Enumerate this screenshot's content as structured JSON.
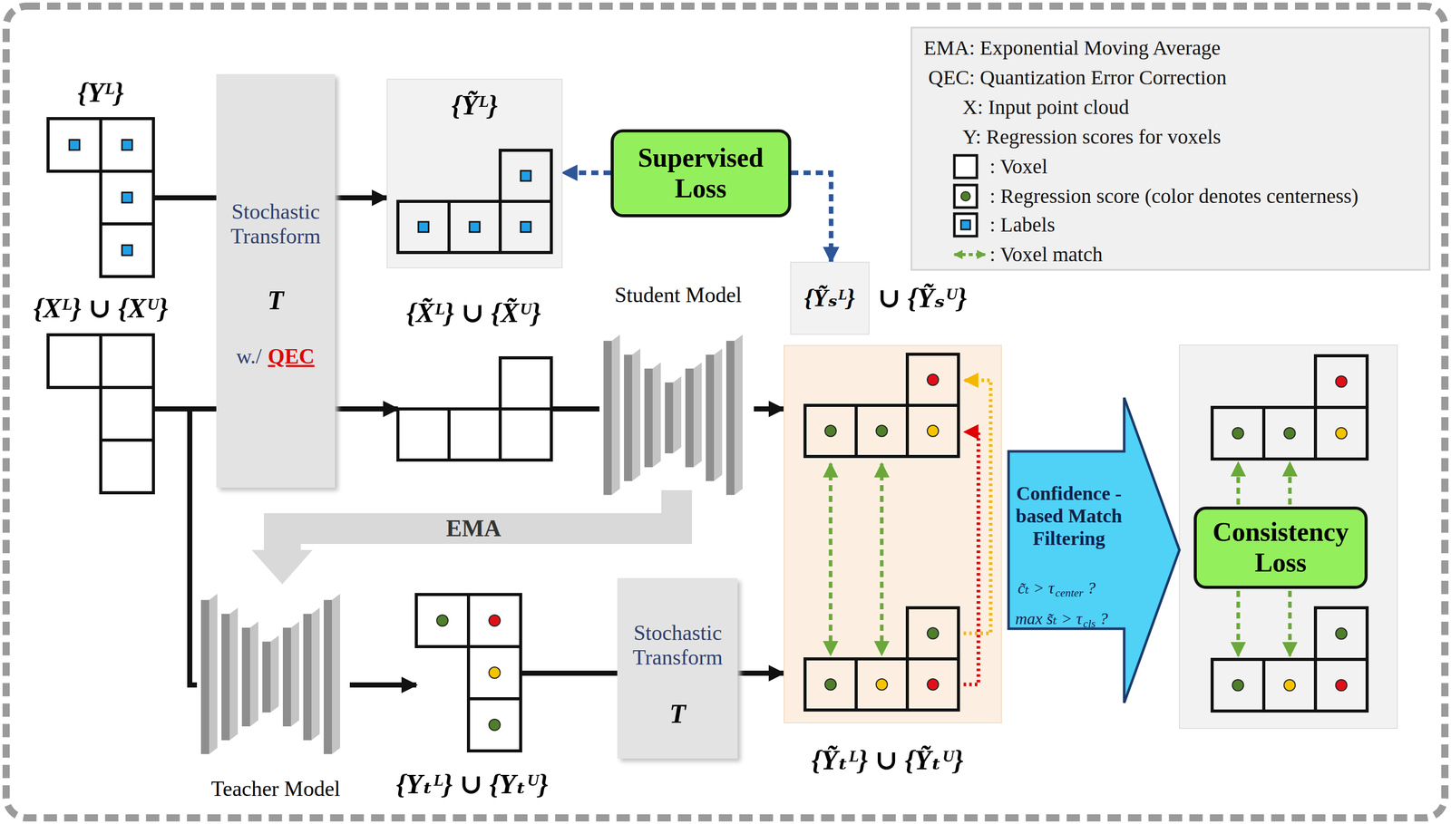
{
  "diagram": {
    "nodes": [
      {
        "text": [
          "{Yᴸ}"
        ]
      },
      {
        "text": [
          "Stochastic Transform",
          "T",
          "w./",
          "QEC"
        ]
      },
      {
        "text": [
          "{Ỹᴸ}"
        ]
      },
      {
        "text": [
          "Supervised Loss"
        ]
      },
      {
        "text": [
          "{Xᴸ} ∪ {Xᵁ}"
        ]
      },
      {
        "text": [
          "{X̃ᴸ} ∪ {X̃ᵁ}"
        ]
      },
      {
        "text": [
          "Student Model"
        ]
      },
      {
        "text": [
          "{Ỹₛᴸ}"
        ]
      },
      {
        "text": [
          "{Ỹₜᴸ} ∪ {Ỹₜᵁ}"
        ]
      },
      {
        "text": [
          "EMA"
        ]
      },
      {
        "text": [
          "Teacher Model"
        ]
      },
      {
        "text": [
          "{Yₜᴸ} ∪ {Yₜᵁ}"
        ]
      },
      {
        "text": [
          "Stochastic Transform",
          "T"
        ]
      },
      {
        "text": [
          "Confidence -based Match Filtering",
          "c̃ₜ > τ",
          "center",
          "?",
          "max s̃ₜ > τ",
          "cls",
          "?"
        ]
      },
      {
        "text": [
          "Consistency Loss"
        ]
      }
    ],
    "edges": [
      {
        "from": 0,
        "to": 1,
        "arrow": "none"
      },
      {
        "from": 1,
        "to": 2,
        "arrow": "to"
      },
      {
        "from": 4,
        "to": 1,
        "arrow": "none"
      },
      {
        "from": 1,
        "to": 5,
        "arrow": "to"
      },
      {
        "from": 5,
        "to": 6,
        "arrow": "none"
      },
      {
        "from": 6,
        "to": 8,
        "arrow": "to"
      },
      {
        "from": 4,
        "to": 10,
        "arrow": "none"
      },
      {
        "from": 10,
        "to": 11,
        "arrow": "to"
      },
      {
        "from": 11,
        "to": 12,
        "arrow": "none"
      },
      {
        "from": 12,
        "to": 8,
        "arrow": "to"
      },
      {
        "from": 3,
        "to": 2,
        "arrow": "to"
      },
      {
        "from": 3,
        "to": 7,
        "arrow": "to"
      }
    ],
    "labels": [
      "∪ {Ỹₛᵁ}"
    ],
    "legend": [
      {
        "text": "EMA: Exponential Moving Average"
      },
      {
        "text": "QEC: Quantization Error Correction"
      },
      {
        "text": "X: Input point cloud"
      },
      {
        "text": "Y: Regression scores for voxels"
      },
      {
        "text": ": Voxel"
      },
      {
        "text": ": Regression score (color denotes centerness)"
      },
      {
        "text": ": Labels"
      },
      {
        "text": ": Voxel match"
      }
    ]
  }
}
